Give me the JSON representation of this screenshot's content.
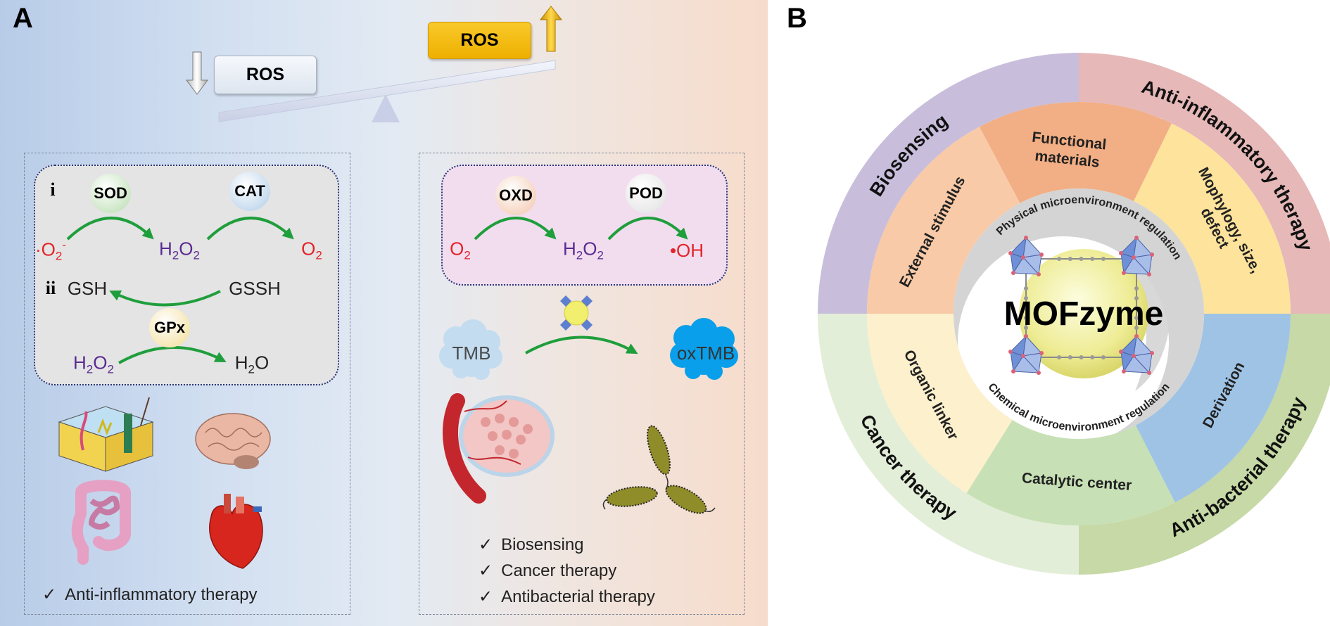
{
  "panel_a": {
    "label": "A",
    "ros_down": "ROS",
    "ros_up": "ROS",
    "antioxidant": {
      "step_i": "i",
      "sod": "SOD",
      "cat": "CAT",
      "superoxide": [
        "·O",
        "2",
        "-"
      ],
      "h2o2": [
        "H",
        "2",
        "O",
        "2"
      ],
      "o2": [
        "O",
        "2"
      ],
      "step_ii": "ii",
      "gsh": "GSH",
      "gssh": "GSSH",
      "gpx": "GPx",
      "h2o2_gpx": [
        "H",
        "2",
        "O",
        "2"
      ],
      "h2o": [
        "H",
        "2",
        "O"
      ]
    },
    "prooxidant": {
      "oxd": "OXD",
      "pod": "POD",
      "o2": [
        "O",
        "2"
      ],
      "h2o2": [
        "H",
        "2",
        "O",
        "2"
      ],
      "hydroxyl": "•OH",
      "tmb": "TMB",
      "oxtmb": "oxTMB"
    },
    "left_applications": [
      {
        "check": "✓",
        "label": "Anti-inflammatory therapy"
      }
    ],
    "right_applications": [
      {
        "check": "✓",
        "label": "Biosensing"
      },
      {
        "check": "✓",
        "label": "Cancer therapy"
      },
      {
        "check": "✓",
        "label": "Antibacterial therapy"
      }
    ]
  },
  "panel_b": {
    "label": "B",
    "center": "MOFzyme",
    "inner_ring": {
      "top": "Physical microenvironment regulation",
      "bottom": "Chemical microenvironment regulation"
    },
    "middle_ring": {
      "functional": [
        "Functional",
        "materials"
      ],
      "morphology": [
        "Mophylogy, size,",
        "defect"
      ],
      "external": "External stimulus",
      "organic": "Organic linker",
      "catalytic": "Catalytic center",
      "derivation": "Derivation"
    },
    "outer_ring": {
      "biosensing": "Biosensing",
      "anti_inflammatory": "Anti-inflammatory therapy",
      "cancer": "Cancer therapy",
      "anti_bacterial": "Anti-bacterial therapy"
    }
  },
  "colors": {
    "reactive_species": "#e3232a",
    "hydrogen_peroxide": "#5a2b92",
    "reaction_arrow": "#1f9e3c",
    "ros_up_box": "#f5bd0a",
    "outer_biosensing": "#c8bedc",
    "outer_anti_inflammatory": "#e6b8b8",
    "outer_cancer": "#e3eed8",
    "outer_anti_bacterial": "#c6d9a6",
    "mid_functional": "#f2ae84",
    "mid_morphology": "#fde39b",
    "mid_external": "#f8caa8",
    "mid_organic": "#fdf0cd",
    "mid_catalytic": "#c7e0b5",
    "mid_derivation": "#9fc3e5"
  }
}
